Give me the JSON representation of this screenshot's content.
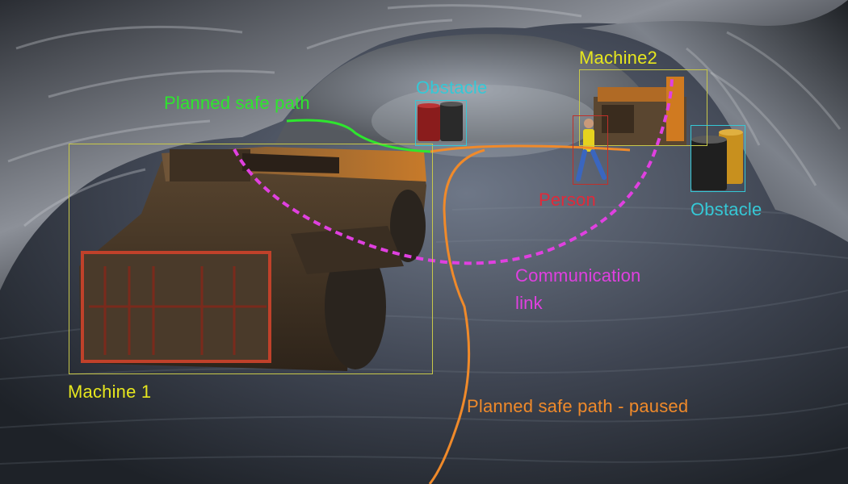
{
  "labels": {
    "planned_safe_path": "Planned safe path",
    "obstacle_left": "Obstacle",
    "machine2": "Machine2",
    "person": "Person",
    "obstacle_right": "Obstacle",
    "communication_link_line1": "Communication",
    "communication_link_line2": "link",
    "machine1": "Machine 1",
    "planned_safe_path_paused": "Planned safe path - paused"
  },
  "colors": {
    "planned_safe_path": "#2ee62e",
    "obstacle": "#35c8d6",
    "machine": "#e6e61e",
    "person": "#e02a3a",
    "communication_link": "#e040e0",
    "planned_safe_path_paused": "#f08a2a"
  }
}
